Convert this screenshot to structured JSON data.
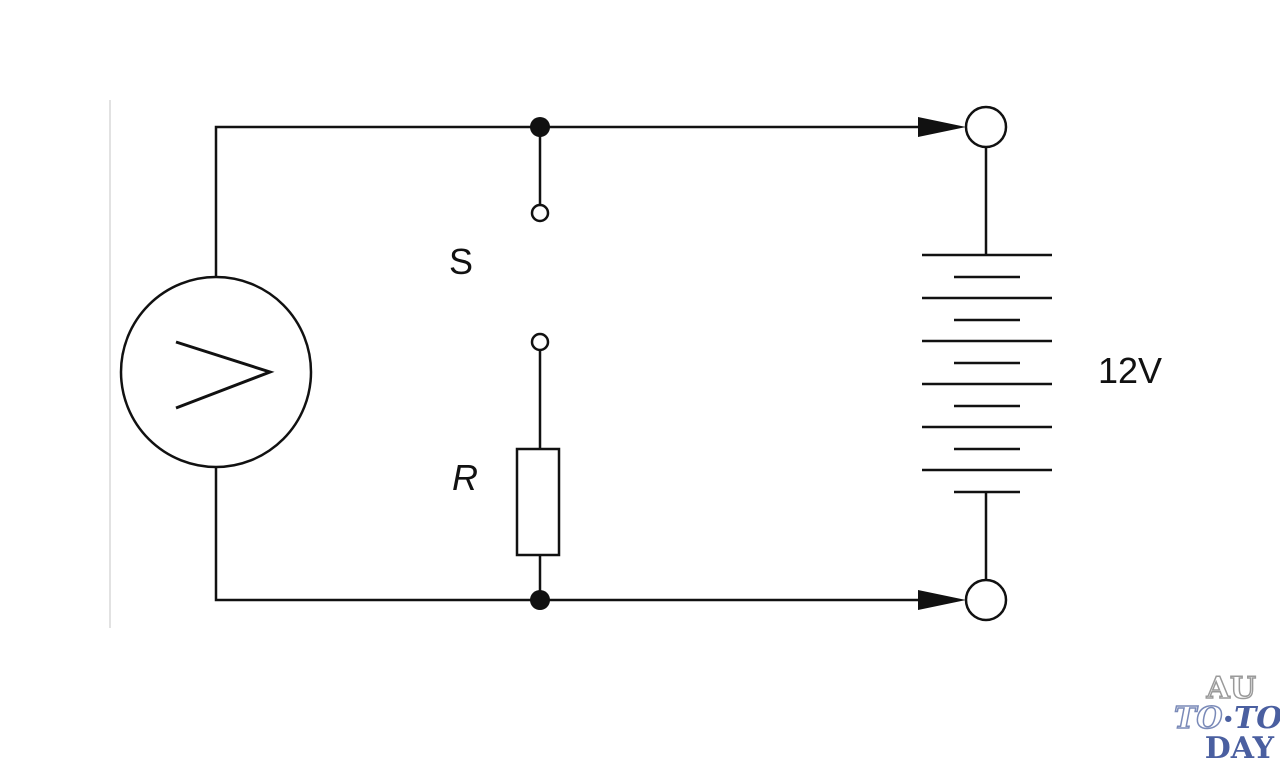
{
  "diagram": {
    "switch_label": "S",
    "resistor_label": "R",
    "battery_label": "12V"
  },
  "watermark": {
    "line1": "AU",
    "line2_outline": "TO",
    "line2_dot": "•",
    "line2_solid": "TO",
    "line3": "DAY"
  },
  "colors": {
    "stroke": "#111111",
    "background": "#ffffff",
    "watermark_blue": "#4a5fa0"
  }
}
